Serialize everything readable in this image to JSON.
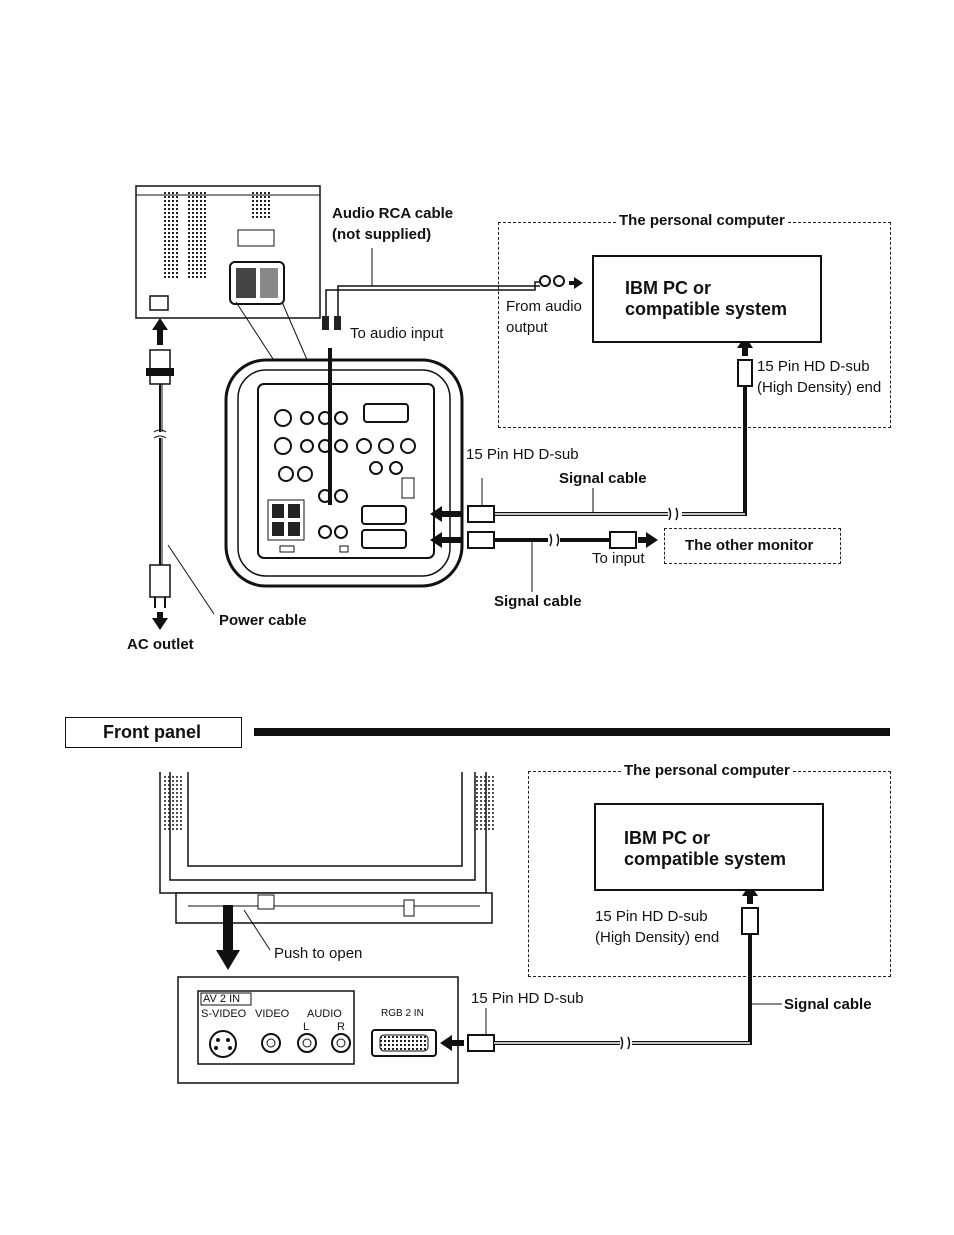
{
  "rear": {
    "audio_cable_label": "Audio RCA cable",
    "audio_cable_note": "(not supplied)",
    "pc_group_title": "The personal computer",
    "pc_box_line1": "IBM PC or",
    "pc_box_line2": "compatible system",
    "from_audio_line1": "From audio",
    "from_audio_line2": "output",
    "to_audio_input": "To audio input",
    "pc_connector_line1": "15 Pin HD D-sub",
    "pc_connector_line2": "(High Density) end",
    "tv_connector_label": "15 Pin HD D-sub",
    "signal_cable_upper": "Signal cable",
    "other_monitor": "The other monitor",
    "to_input": "To input",
    "signal_cable_lower": "Signal cable",
    "power_cable": "Power cable",
    "ac_outlet": "AC outlet"
  },
  "front": {
    "section_title": "Front panel",
    "pc_group_title": "The personal computer",
    "pc_box_line1": "IBM PC or",
    "pc_box_line2": "compatible system",
    "pc_connector_line1": "15 Pin HD D-sub",
    "pc_connector_line2": "(High Density) end",
    "push_to_open": "Push to open",
    "tv_connector_label": "15 Pin HD D-sub",
    "signal_cable": "Signal cable",
    "panel": {
      "av_in": "AV 2   IN",
      "s_video": "S-VIDEO",
      "video": "VIDEO",
      "audio": "AUDIO",
      "audio_l": "L",
      "audio_r": "R",
      "rgb_in": "RGB 2  IN"
    }
  }
}
